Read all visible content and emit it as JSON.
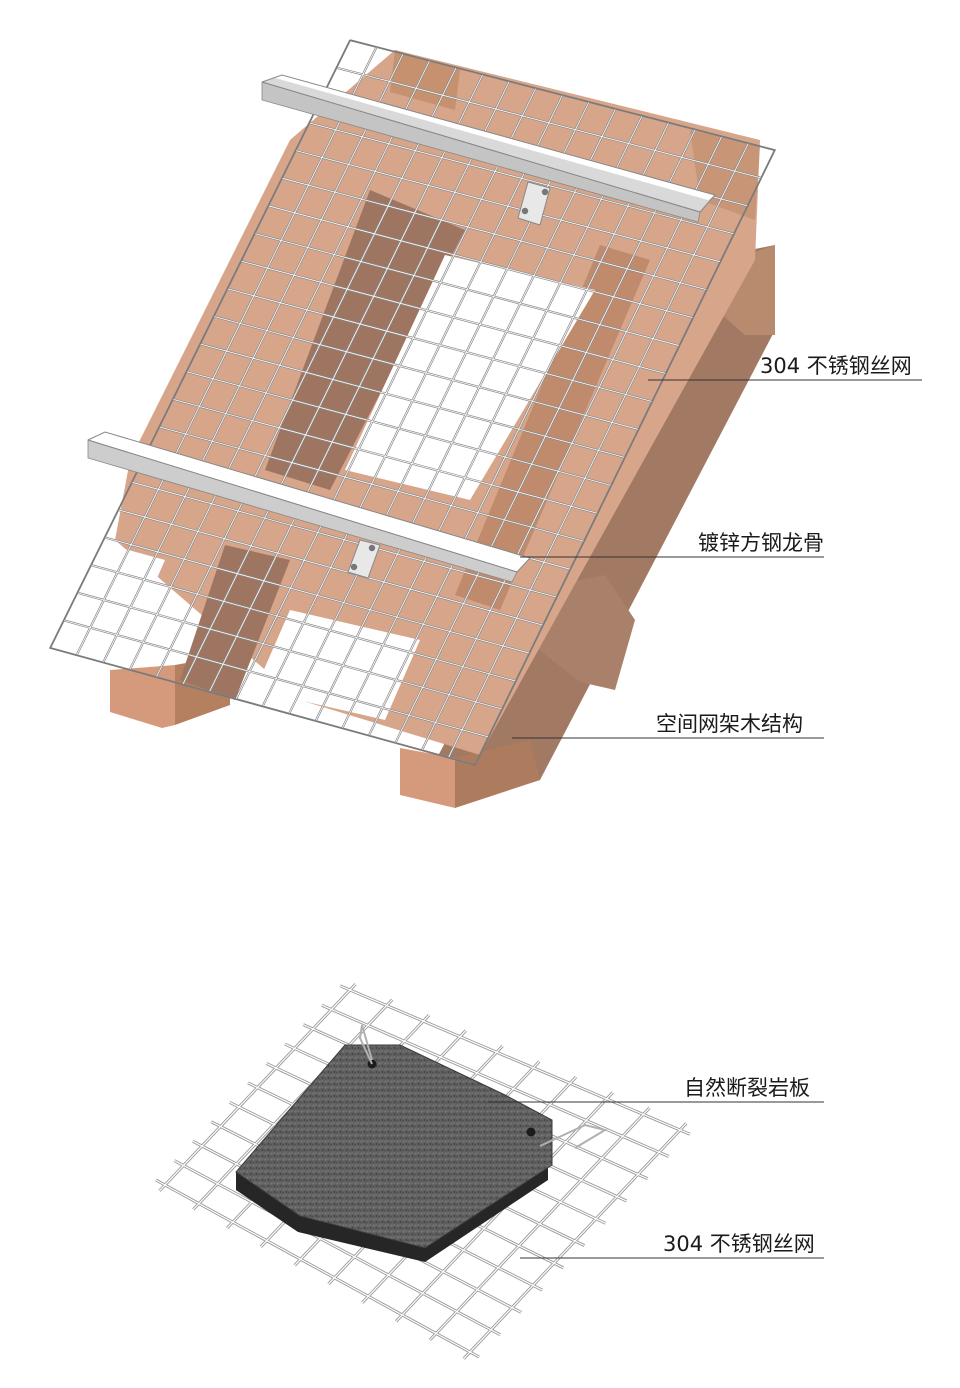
{
  "labels": {
    "mesh_top": "304 不锈钢丝网",
    "keel": "镀锌方钢龙骨",
    "wood_frame": "空间网架木结构",
    "stone_slab": "自然断裂岩板",
    "mesh_bottom": "304 不锈钢丝网"
  },
  "colors": {
    "wood_light": "#d7a58a",
    "wood_mid": "#c08a6c",
    "wood_dark": "#9e7560",
    "wood_shadow": "#a47b63",
    "mesh_wire": "#8a8a8a",
    "keel_white": "#f4f4f4",
    "stone": "#5e5e5e",
    "stone_dark": "#2a2a2a",
    "leader": "#333333"
  }
}
